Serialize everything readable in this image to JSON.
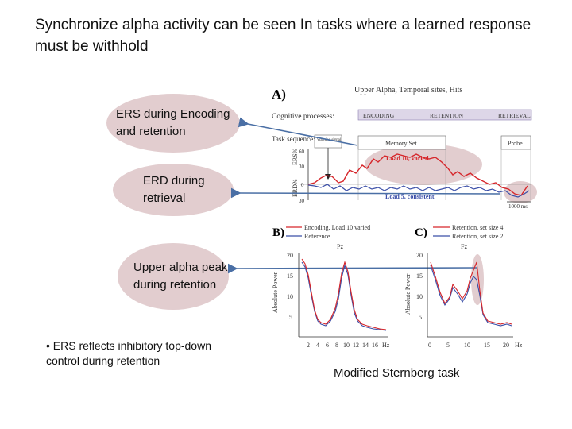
{
  "slide": {
    "title": "Synchronize alpha activity can be seen In tasks where a learned response must be withhold",
    "bubbles": [
      {
        "text": "ERS during Encoding and retention"
      },
      {
        "text": "ERD during retrieval"
      },
      {
        "text": "Upper alpha peak during retention"
      }
    ],
    "bullet": "• ERS reflects inhibitory top-down control during retention",
    "caption": "Modified Sternberg task"
  },
  "figure": {
    "panel_a": {
      "letter": "A)",
      "heading": "Upper Alpha, Temporal sites, Hits",
      "cog_label": "Cognitive processes:",
      "stages": [
        "ENCODING",
        "RETENTION",
        "RETRIEVAL"
      ],
      "task_label": "Task sequence:",
      "warning": "Warning signal",
      "memory_set": "Memory Set",
      "probe": "Probe",
      "ers_label": "ERS%",
      "erd_label": "ERD%",
      "ticks": [
        "60",
        "30",
        "0",
        "30"
      ],
      "load10": "Load 10, varied",
      "load5": "Load 5, consistent",
      "timebar": "1000 ms"
    },
    "panel_b": {
      "letter": "B)",
      "legend": [
        "Encoding, Load 10 varied",
        "Reference"
      ],
      "site": "Pz",
      "ylabel": "Absolute Power",
      "yticks": [
        "20",
        "15",
        "10",
        "5"
      ],
      "xticks": [
        "2",
        "4",
        "6",
        "8",
        "10",
        "12",
        "14",
        "16"
      ],
      "xunit": "Hz"
    },
    "panel_c": {
      "letter": "C)",
      "legend": [
        "Retention, set size 4",
        "Retention, set size 2"
      ],
      "site": "Fz",
      "ylabel": "Absolute Power",
      "yticks": [
        "20",
        "15",
        "10",
        "5"
      ],
      "xticks": [
        "0",
        "5",
        "10",
        "15",
        "20"
      ],
      "xunit": "Hz"
    },
    "colors": {
      "red": "#d6262b",
      "blue": "#3b4fa8",
      "bubble": "#e2cdcf",
      "arrow": "#4a6fa5"
    }
  }
}
